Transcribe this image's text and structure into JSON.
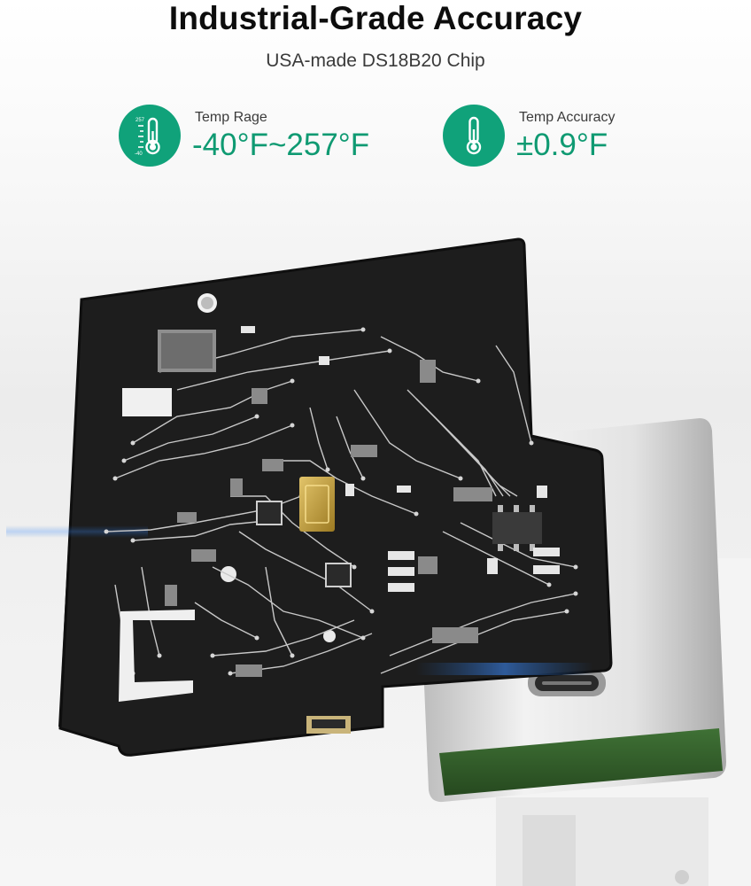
{
  "header": {
    "title": "Industrial-Grade Accuracy",
    "subtitle": "USA-made DS18B20 Chip"
  },
  "specs": [
    {
      "label": "Temp Rage",
      "value": "-40°F~257°F",
      "icon": "thermometer-scale-icon",
      "scale_top": "257",
      "scale_bottom": "-40"
    },
    {
      "label": "Temp Accuracy",
      "value": "±0.9°F",
      "icon": "thermometer-icon"
    }
  ],
  "colors": {
    "accent": "#10a27a",
    "value_text": "#0f9a72",
    "pcb": "#1c1c1c",
    "trace": "#cfcfcf",
    "housing": "#d8d8d8",
    "green_strip": "#2f5d2a"
  }
}
